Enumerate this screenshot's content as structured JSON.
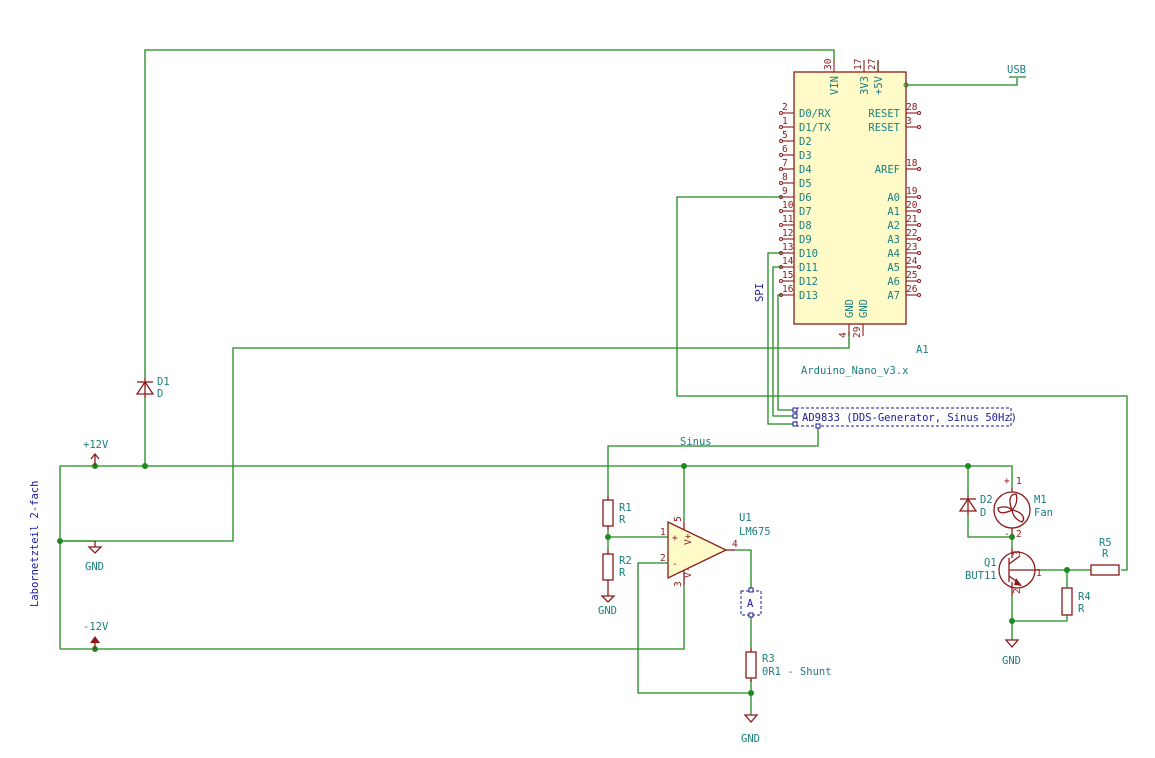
{
  "arduino": {
    "ref": "A1",
    "value": "Arduino_Nano_v3.x",
    "left_pins": [
      {
        "num": "2",
        "name": "D0/RX"
      },
      {
        "num": "1",
        "name": "D1/TX"
      },
      {
        "num": "5",
        "name": "D2"
      },
      {
        "num": "6",
        "name": "D3"
      },
      {
        "num": "7",
        "name": "D4"
      },
      {
        "num": "8",
        "name": "D5"
      },
      {
        "num": "9",
        "name": "D6"
      },
      {
        "num": "10",
        "name": "D7"
      },
      {
        "num": "11",
        "name": "D8"
      },
      {
        "num": "12",
        "name": "D9"
      },
      {
        "num": "13",
        "name": "D10"
      },
      {
        "num": "14",
        "name": "D11"
      },
      {
        "num": "15",
        "name": "D12"
      },
      {
        "num": "16",
        "name": "D13"
      }
    ],
    "right_pins": [
      {
        "num": "28",
        "name": "RESET"
      },
      {
        "num": "3",
        "name": "RESET"
      },
      {
        "num": "18",
        "name": "AREF"
      },
      {
        "num": "19",
        "name": "A0"
      },
      {
        "num": "20",
        "name": "A1"
      },
      {
        "num": "21",
        "name": "A2"
      },
      {
        "num": "22",
        "name": "A3"
      },
      {
        "num": "23",
        "name": "A4"
      },
      {
        "num": "24",
        "name": "A5"
      },
      {
        "num": "25",
        "name": "A6"
      },
      {
        "num": "26",
        "name": "A7"
      }
    ],
    "top_pins": [
      {
        "num": "30",
        "name": "VIN"
      },
      {
        "num": "17",
        "name": "3V3"
      },
      {
        "num": "27",
        "name": "+5V"
      }
    ],
    "bottom_pins": [
      {
        "num": "4",
        "name": "GND"
      },
      {
        "num": "29",
        "name": "GND"
      }
    ]
  },
  "labels": {
    "usb": "USB",
    "spi": "SPI",
    "ad9833": "AD9833 (DDS-Generator, Sinus 50Hz)",
    "sinus": "Sinus",
    "netzteil": "Labornetzteil 2-fach"
  },
  "power": {
    "plus12": "+12V",
    "minus12": "-12V",
    "gnd": "GND"
  },
  "components": {
    "d1_ref": "D1",
    "d1_val": "D",
    "r1_ref": "R1",
    "r1_val": "R",
    "r2_ref": "R2",
    "r2_val": "R",
    "r3_ref": "R3",
    "r3_val": "0R1 - Shunt",
    "u1_ref": "U1",
    "u1_val": "LM675",
    "d2_ref": "D2",
    "d2_val": "D",
    "m1_ref": "M1",
    "m1_val": "Fan",
    "q1_ref": "Q1",
    "q1_val": "BUT11",
    "r5_ref": "R5",
    "r5_val": "R",
    "r4_ref": "R4",
    "r4_val": "R",
    "ammeter": "A"
  },
  "opamp_pins": {
    "p1": "1",
    "p2": "2",
    "p3": "3",
    "p4": "4",
    "p5": "5",
    "plus": "+",
    "minus": "-",
    "vplus": "V+",
    "vminus": "V-"
  },
  "transistor_pins": {
    "b": "1",
    "c": "3",
    "e": "2"
  },
  "fan_pins": {
    "p1": "1",
    "p2": "2"
  }
}
